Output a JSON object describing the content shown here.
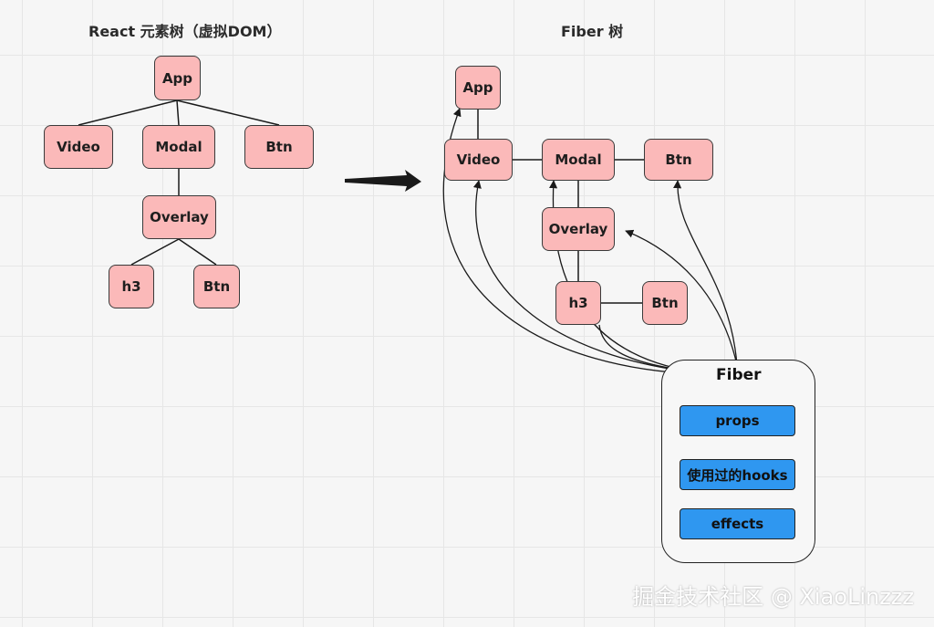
{
  "titles": {
    "left": "React 元素树（虚拟DOM）",
    "right": "Fiber 树"
  },
  "left_tree": {
    "app": "App",
    "video": "Video",
    "modal": "Modal",
    "btn": "Btn",
    "overlay": "Overlay",
    "h3": "h3",
    "btn2": "Btn"
  },
  "right_tree": {
    "app": "App",
    "video": "Video",
    "modal": "Modal",
    "btn": "Btn",
    "overlay": "Overlay",
    "h3": "h3",
    "btn2": "Btn"
  },
  "fiber_panel": {
    "label": "Fiber",
    "items": [
      "props",
      "使用过的hooks",
      "effects"
    ]
  },
  "watermark": "掘金技术社区 @ XiaoLinzzz",
  "colors": {
    "node_fill": "#fbb9b9",
    "pill_fill": "#2f97f0",
    "line": "#1a1a1a"
  }
}
